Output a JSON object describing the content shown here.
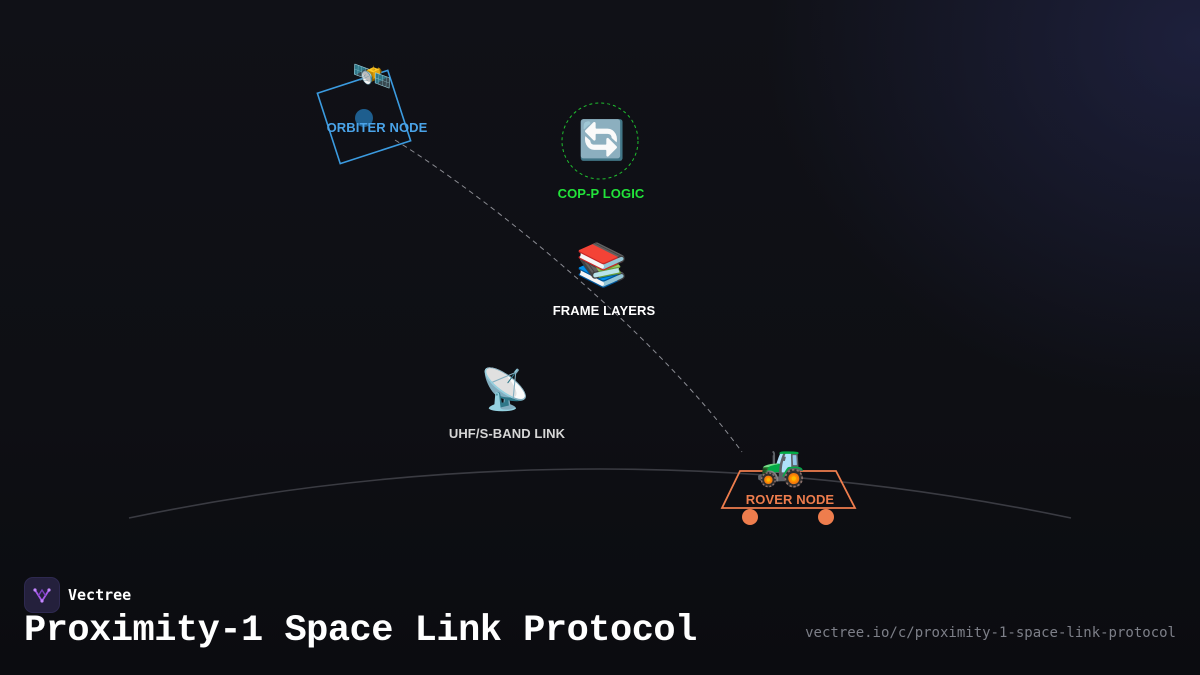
{
  "nodes": {
    "orbiter": {
      "label": "ORBITER NODE",
      "icon": "satellite-icon",
      "glyph": "🛰️",
      "color": "#4aa3e8"
    },
    "cop_p": {
      "label": "COP-P LOGIC",
      "icon": "cycle-arrows-icon",
      "glyph": "🔄",
      "color": "#22e23a"
    },
    "frame_layers": {
      "label": "FRAME LAYERS",
      "icon": "books-icon",
      "glyph": "📚",
      "color": "#ffffff"
    },
    "uhf_link": {
      "label": "UHF/S-BAND LINK",
      "icon": "satellite-dish-icon",
      "glyph": "📡",
      "color": "#d6d6d6"
    },
    "rover": {
      "label": "ROVER NODE",
      "icon": "tractor-icon",
      "glyph": "🚜",
      "color": "#ee7d4d"
    }
  },
  "brand": {
    "name": "Vectree",
    "logo_icon": "vectree-logo-icon",
    "accent": "#a457e8"
  },
  "title": "Proximity-1 Space Link Protocol",
  "url": "vectree.io/c/proximity-1-space-link-protocol"
}
